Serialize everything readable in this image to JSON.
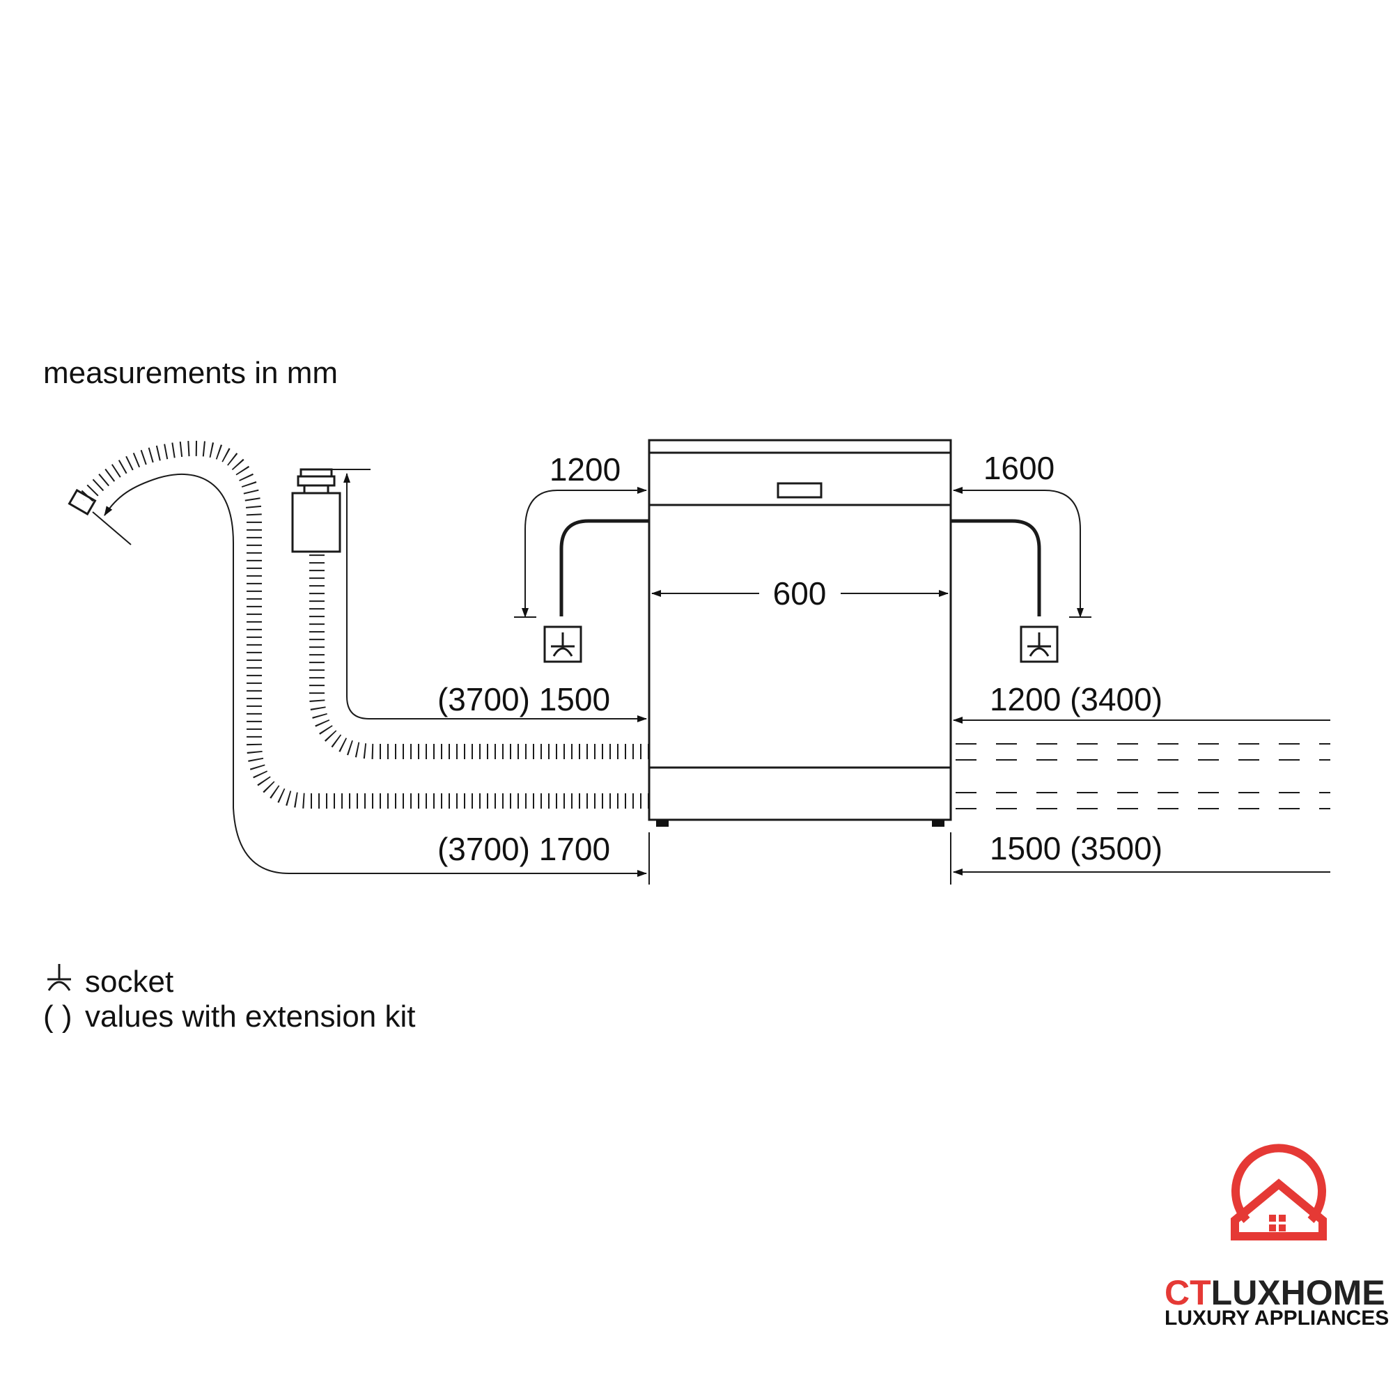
{
  "header": {
    "units_note": "measurements in mm"
  },
  "dimensions": {
    "width": "600",
    "left_upper": "1200",
    "right_upper": "1600",
    "left_hose_upper": "(3700) 1500",
    "left_hose_lower": "(3700) 1700",
    "right_upper_side": "1200 (3400)",
    "right_lower_side": "1500 (3500)"
  },
  "legend": {
    "socket_label": "socket",
    "parens_symbol": "( )",
    "extension_label": "values with extension kit"
  },
  "logo": {
    "brand_part1": "CT",
    "brand_part2": "LUXHOME",
    "tagline": "LUXURY APPLIANCES",
    "brand_color": "#e53935",
    "text_color": "#222222"
  },
  "icons": [
    "socket-icon",
    "house-logo-icon",
    "arrow-icon"
  ]
}
